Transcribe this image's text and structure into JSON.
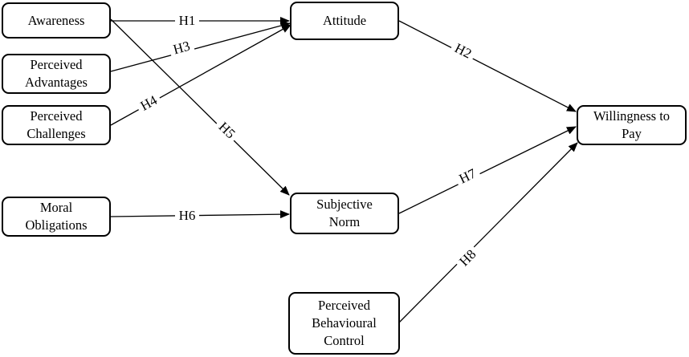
{
  "nodes": {
    "awareness": "Awareness",
    "perceived_advantages": "Perceived\nAdvantages",
    "perceived_challenges": "Perceived\nChallenges",
    "moral_obligations": "Moral\nObligations",
    "attitude": "Attitude",
    "subjective_norm": "Subjective\nNorm",
    "perceived_behavioural_control": "Perceived\nBehavioural\nControl",
    "willingness_to_pay": "Willingness to\nPay"
  },
  "hypotheses": {
    "h1": "H1",
    "h2": "H2",
    "h3": "H3",
    "h4": "H4",
    "h5": "H5",
    "h6": "H6",
    "h7": "H7",
    "h8": "H8"
  },
  "edges": [
    {
      "from": "awareness",
      "to": "attitude",
      "label": "h1"
    },
    {
      "from": "attitude",
      "to": "willingness_to_pay",
      "label": "h2"
    },
    {
      "from": "perceived_advantages",
      "to": "attitude",
      "label": "h3"
    },
    {
      "from": "perceived_challenges",
      "to": "attitude",
      "label": "h4"
    },
    {
      "from": "awareness",
      "to": "subjective_norm",
      "label": "h5"
    },
    {
      "from": "moral_obligations",
      "to": "subjective_norm",
      "label": "h6"
    },
    {
      "from": "subjective_norm",
      "to": "willingness_to_pay",
      "label": "h7"
    },
    {
      "from": "perceived_behavioural_control",
      "to": "willingness_to_pay",
      "label": "h8"
    }
  ]
}
